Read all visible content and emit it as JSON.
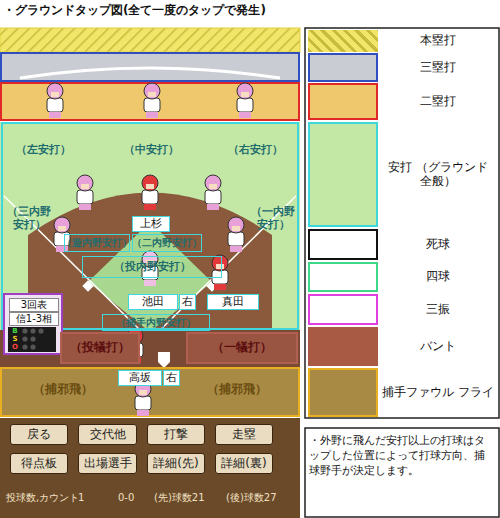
{
  "diagram": {
    "title": "・グラウンドタップ図(全て一度のタップで発生)",
    "nodes": [
      {
        "text": [
          "（左安打）",
          "（中安打）",
          "（右安打）",
          "（三内野 安打）",
          "（一内野 安打）"
        ]
      },
      {
        "text": [
          "（遊内野安打）"
        ],
        "in": 0
      },
      {
        "text": [
          "（二内野安打）"
        ],
        "in": 0
      },
      {
        "text": [
          "（投内野安打）"
        ],
        "in": 0
      },
      {
        "text": [
          "（捕手内野安打）"
        ],
        "in": 0
      },
      {
        "text": [
          "上杉"
        ],
        "in": 0
      },
      {
        "text": [
          "池田"
        ],
        "in": 0
      },
      {
        "text": [
          "右"
        ],
        "in": 0
      },
      {
        "text": [
          "真田"
        ],
        "in": 0
      },
      {
        "text": [
          "3回表",
          "信1-3相",
          "B",
          "S",
          "O"
        ]
      },
      {
        "text": [
          "（投犠打）"
        ]
      },
      {
        "text": [
          "（一犠打）"
        ]
      },
      {
        "text": [
          "（捕邪飛）",
          "（捕邪飛）"
        ]
      },
      {
        "text": [
          "高坂"
        ]
      },
      {
        "text": [
          "右"
        ]
      },
      {
        "text": [
          "戻る"
        ]
      },
      {
        "text": [
          "交代他"
        ]
      },
      {
        "text": [
          "打撃"
        ]
      },
      {
        "text": [
          "走塁"
        ]
      },
      {
        "text": [
          "得点板"
        ]
      },
      {
        "text": [
          "出場選手"
        ]
      },
      {
        "text": [
          "詳細(先)"
        ]
      },
      {
        "text": [
          "詳細(裏)"
        ]
      }
    ],
    "labels": [
      "投球数,カウント",
      "1",
      "0-0",
      "(先)球数21",
      "(後)球数27",
      "・外野に飛んだ安打以上の打球はタップした位置によって打球方向、捕球野手が決定します。"
    ],
    "legend": [
      {
        "text": "本塁打",
        "color": "#f2e66a"
      },
      {
        "text": "三塁打",
        "color": "#c9cdd3"
      },
      {
        "text": "二塁打",
        "color": "#efc86e"
      },
      {
        "text": "安打 （グラウンド全般）",
        "color": "#c3e8a6"
      },
      {
        "text": "死球",
        "color": "#ffffff"
      },
      {
        "text": "四球",
        "color": "#ffffff"
      },
      {
        "text": "三振",
        "color": "#ffffff"
      },
      {
        "text": "バント",
        "color": "#a85a44"
      },
      {
        "text": "捕手ファウル フライ",
        "color": "#a88a44"
      }
    ]
  }
}
